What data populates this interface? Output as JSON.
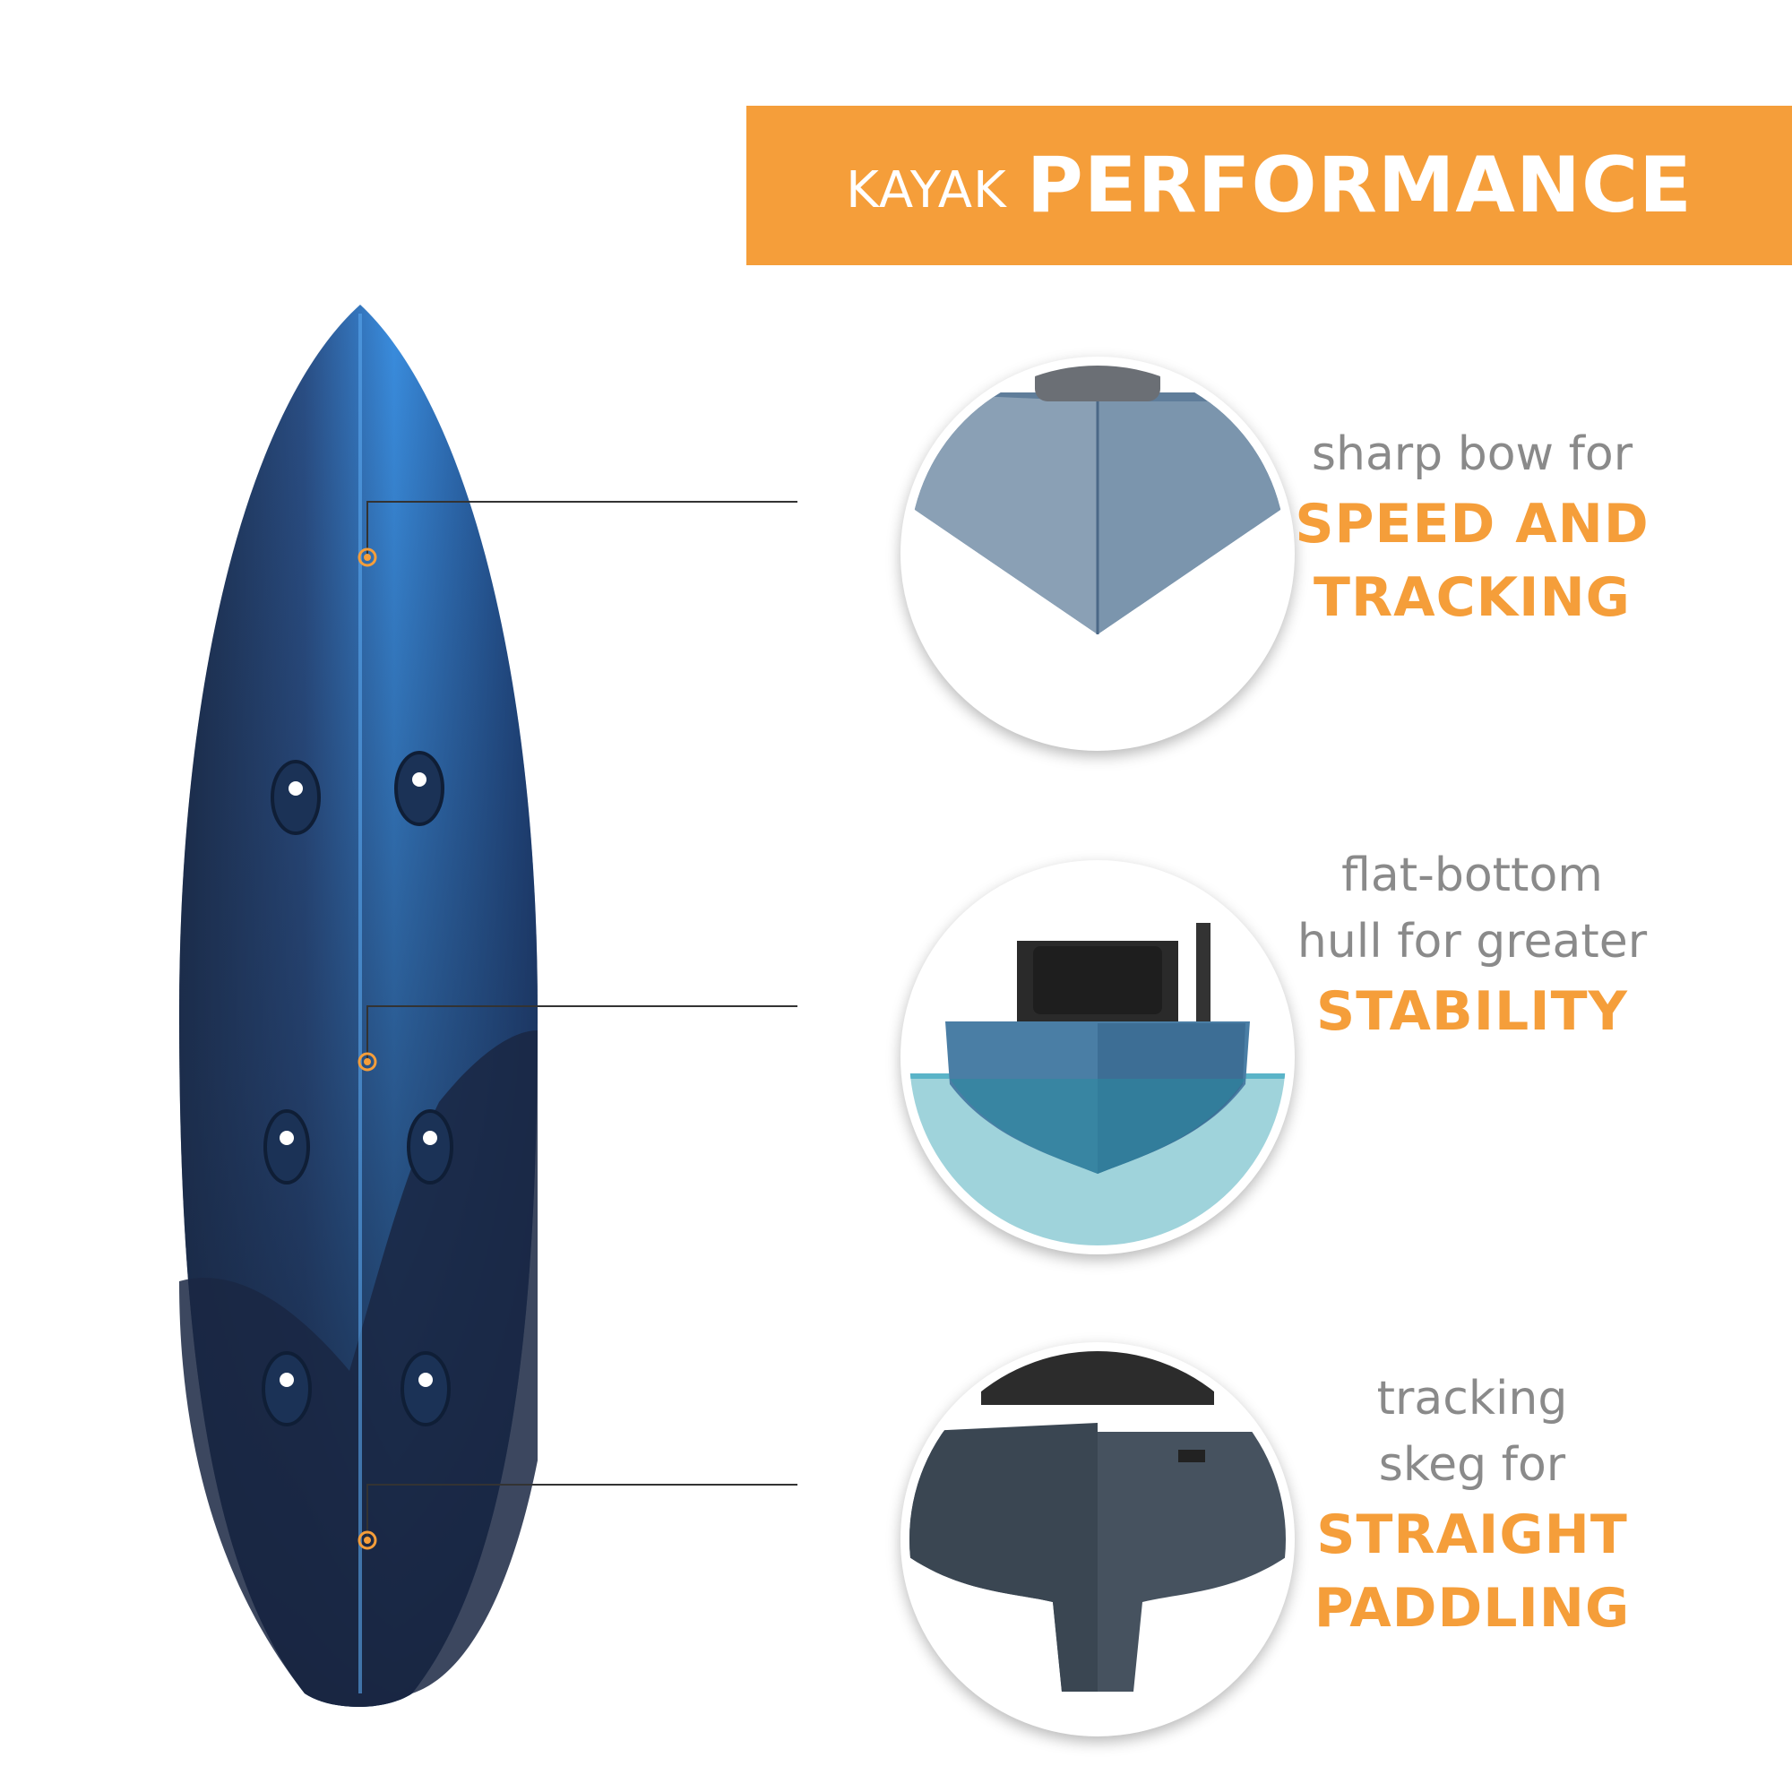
{
  "banner": {
    "prefix": "KAYAK",
    "title": "PERFORMANCE"
  },
  "features": [
    {
      "lead": [
        "sharp bow for"
      ],
      "emph": [
        "SPEED AND",
        "TRACKING"
      ]
    },
    {
      "lead": [
        "flat-bottom",
        "hull for greater"
      ],
      "emph": [
        "STABILITY"
      ]
    },
    {
      "lead": [
        "tracking",
        "skeg for"
      ],
      "emph": [
        "STRAIGHT",
        "PADDLING"
      ]
    }
  ],
  "colors": {
    "accent": "#f59e3a",
    "lead_text": "#8a8a8a",
    "hull_blue": "#2f7fd0",
    "hull_navy": "#1c2d4a",
    "water": "#9fd3db"
  }
}
